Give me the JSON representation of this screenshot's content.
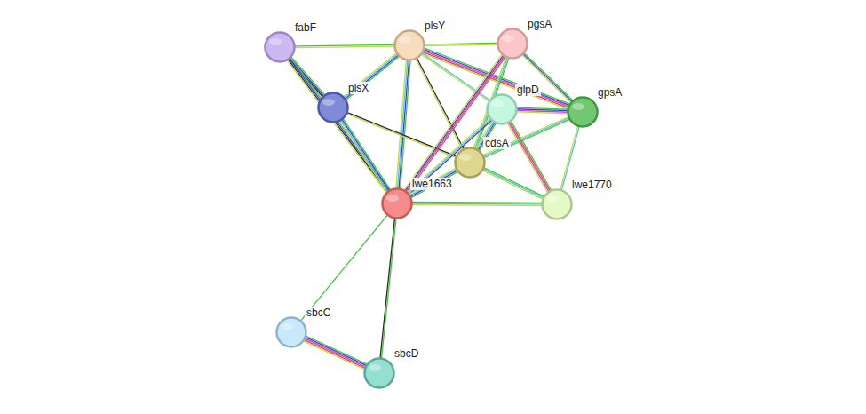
{
  "diagram": {
    "nodes": [
      {
        "text": [
          "fabF"
        ]
      },
      {
        "text": [
          "plsY"
        ]
      },
      {
        "text": [
          "pgsA"
        ]
      },
      {
        "text": [
          "plsX"
        ]
      },
      {
        "text": [
          "glpD"
        ]
      },
      {
        "text": [
          "gpsA"
        ]
      },
      {
        "text": [
          "cdsA"
        ]
      },
      {
        "text": [
          "lwe1663"
        ]
      },
      {
        "text": [
          "lwe1770"
        ]
      },
      {
        "text": [
          "sbcC"
        ]
      },
      {
        "text": [
          "sbcD"
        ]
      }
    ],
    "edges": [
      {
        "from": 0,
        "to": 1,
        "arrow": "none"
      },
      {
        "from": 0,
        "to": 3,
        "arrow": "none"
      },
      {
        "from": 0,
        "to": 7,
        "arrow": "none"
      },
      {
        "from": 1,
        "to": 2,
        "arrow": "none"
      },
      {
        "from": 1,
        "to": 3,
        "arrow": "none"
      },
      {
        "from": 1,
        "to": 7,
        "arrow": "none"
      },
      {
        "from": 1,
        "to": 5,
        "arrow": "none"
      },
      {
        "from": 1,
        "to": 4,
        "arrow": "none"
      },
      {
        "from": 1,
        "to": 6,
        "arrow": "none"
      },
      {
        "from": 3,
        "to": 7,
        "arrow": "none"
      },
      {
        "from": 3,
        "to": 6,
        "arrow": "none"
      },
      {
        "from": 2,
        "to": 5,
        "arrow": "none"
      },
      {
        "from": 2,
        "to": 7,
        "arrow": "none"
      },
      {
        "from": 2,
        "to": 6,
        "arrow": "none"
      },
      {
        "from": 4,
        "to": 5,
        "arrow": "none"
      },
      {
        "from": 4,
        "to": 6,
        "arrow": "none"
      },
      {
        "from": 4,
        "to": 8,
        "arrow": "none"
      },
      {
        "from": 4,
        "to": 7,
        "arrow": "none"
      },
      {
        "from": 5,
        "to": 6,
        "arrow": "none"
      },
      {
        "from": 5,
        "to": 8,
        "arrow": "none"
      },
      {
        "from": 6,
        "to": 8,
        "arrow": "none"
      },
      {
        "from": 6,
        "to": 7,
        "arrow": "none"
      },
      {
        "from": 7,
        "to": 8,
        "arrow": "none"
      },
      {
        "from": 7,
        "to": 9,
        "arrow": "none"
      },
      {
        "from": 7,
        "to": 10,
        "arrow": "none"
      },
      {
        "from": 9,
        "to": 10,
        "arrow": "none"
      }
    ]
  }
}
